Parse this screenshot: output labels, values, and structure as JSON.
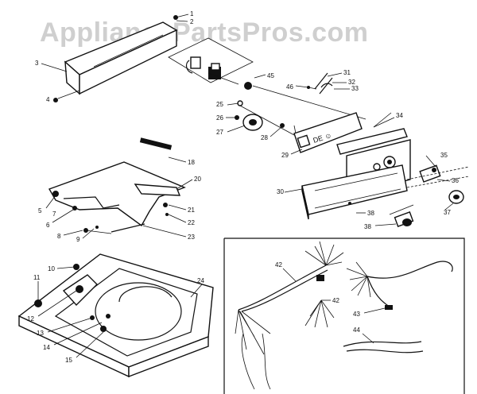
{
  "watermark": "AppliancePartsPros.com",
  "callouts": [
    {
      "key": "c1",
      "text": "1"
    },
    {
      "key": "c2",
      "text": "2"
    },
    {
      "key": "c3",
      "text": "3"
    },
    {
      "key": "c4",
      "text": "4"
    },
    {
      "key": "c45",
      "text": "45"
    },
    {
      "key": "c25",
      "text": "25"
    },
    {
      "key": "c26",
      "text": "26"
    },
    {
      "key": "c27",
      "text": "27"
    },
    {
      "key": "c28",
      "text": "28"
    },
    {
      "key": "c29",
      "text": "29"
    },
    {
      "key": "c31",
      "text": "31"
    },
    {
      "key": "c32",
      "text": "32"
    },
    {
      "key": "c33",
      "text": "33"
    },
    {
      "key": "c46",
      "text": "46"
    },
    {
      "key": "c34",
      "text": "34"
    },
    {
      "key": "c18",
      "text": "18"
    },
    {
      "key": "c20",
      "text": "20"
    },
    {
      "key": "c21",
      "text": "21"
    },
    {
      "key": "c22",
      "text": "22"
    },
    {
      "key": "c23",
      "text": "23"
    },
    {
      "key": "c5",
      "text": "5"
    },
    {
      "key": "c6",
      "text": "6"
    },
    {
      "key": "c7",
      "text": "7"
    },
    {
      "key": "c8",
      "text": "8"
    },
    {
      "key": "c9",
      "text": "9"
    },
    {
      "key": "c30",
      "text": "30"
    },
    {
      "key": "c35",
      "text": "35"
    },
    {
      "key": "c36",
      "text": "36"
    },
    {
      "key": "c37",
      "text": "37"
    },
    {
      "key": "c38a",
      "text": "38"
    },
    {
      "key": "c38b",
      "text": "38"
    },
    {
      "key": "c10",
      "text": "10"
    },
    {
      "key": "c11",
      "text": "11"
    },
    {
      "key": "c24",
      "text": "24"
    },
    {
      "key": "c12",
      "text": "12"
    },
    {
      "key": "c13",
      "text": "13"
    },
    {
      "key": "c14",
      "text": "14"
    },
    {
      "key": "c15",
      "text": "15"
    },
    {
      "key": "c42a",
      "text": "42"
    },
    {
      "key": "c42b",
      "text": "42"
    },
    {
      "key": "c43",
      "text": "43"
    },
    {
      "key": "c44",
      "text": "44"
    }
  ]
}
